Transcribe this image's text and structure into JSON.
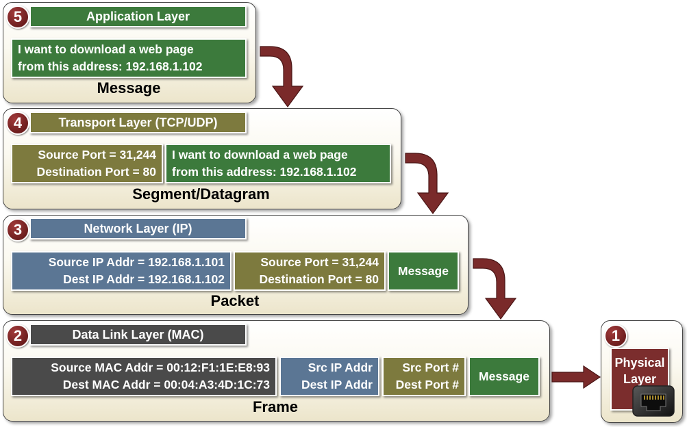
{
  "layers": [
    {
      "number": "5",
      "title": "Application Layer",
      "boxes": [
        {
          "lines": [
            "I want to download a web page",
            "from this address: 192.168.1.102"
          ]
        }
      ],
      "caption": "Message"
    },
    {
      "number": "4",
      "title": "Transport Layer (TCP/UDP)",
      "boxes": [
        {
          "lines": [
            "Source Port = 31,244",
            "Destination Port = 80"
          ]
        },
        {
          "lines": [
            "I want to download a web page",
            "from this address: 192.168.1.102"
          ]
        }
      ],
      "caption": "Segment/Datagram"
    },
    {
      "number": "3",
      "title": "Network Layer (IP)",
      "boxes": [
        {
          "lines": [
            "Source IP Addr = 192.168.1.101",
            "Dest IP Addr = 192.168.1.102"
          ]
        },
        {
          "lines": [
            "Source Port = 31,244",
            "Destination Port = 80"
          ]
        },
        {
          "lines": [
            "Message"
          ]
        }
      ],
      "caption": "Packet"
    },
    {
      "number": "2",
      "title": "Data Link Layer (MAC)",
      "boxes": [
        {
          "lines": [
            "Source MAC Addr = 00:12:F1:1E:E8:93",
            "Dest MAC Addr = 00:04:A3:4D:1C:73"
          ]
        },
        {
          "lines": [
            "Src IP Addr",
            "Dest IP Addr"
          ]
        },
        {
          "lines": [
            "Src Port #",
            "Dest Port #"
          ]
        },
        {
          "lines": [
            "Message"
          ]
        }
      ],
      "caption": "Frame"
    },
    {
      "number": "1",
      "title": "",
      "boxes": [
        {
          "lines": [
            "Physical",
            "Layer"
          ]
        }
      ],
      "caption": ""
    }
  ],
  "icons": {
    "flow_arrow": "curved-down-arrow-icon",
    "physical_arrow": "right-arrow-icon",
    "port": "ethernet-port-icon"
  },
  "colors": {
    "application": "#3c7a3c",
    "transport": "#7d7a3e",
    "network": "#5b7694",
    "datalink": "#4a4a4a",
    "physical": "#7b2d2d",
    "arrow": "#7a2a2a",
    "badge": "#6d1e1e"
  }
}
